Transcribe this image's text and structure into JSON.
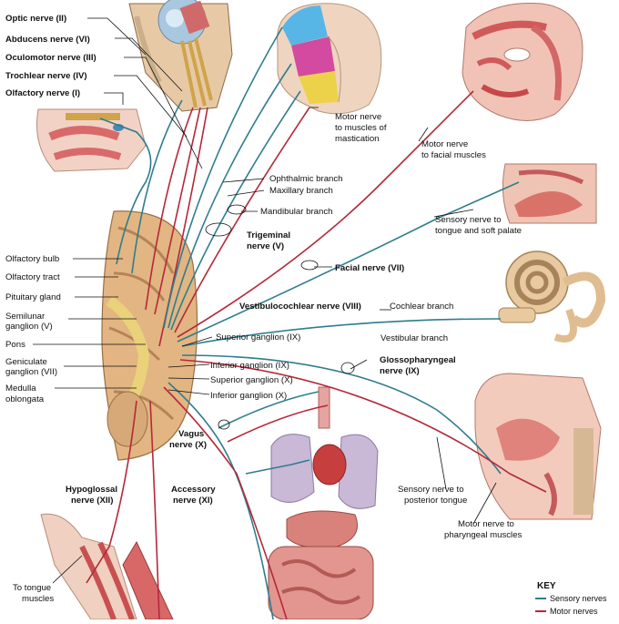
{
  "labels": {
    "optic": "Optic nerve (II)",
    "abducens": "Abducens nerve (VI)",
    "oculomotor": "Oculomotor nerve (III)",
    "trochlear": "Trochlear nerve (IV)",
    "olfactory_nerve": "Olfactory nerve (I)",
    "olfactory_bulb": "Olfactory bulb",
    "olfactory_tract": "Olfactory tract",
    "pituitary": "Pituitary gland",
    "semilunar_1": "Semilunar",
    "semilunar_2": "ganglion (V)",
    "pons": "Pons",
    "geniculate_1": "Geniculate",
    "geniculate_2": "ganglion (VII)",
    "medulla_1": "Medulla",
    "medulla_2": "oblongata",
    "hypoglossal_1": "Hypoglossal",
    "hypoglossal_2": "nerve (XII)",
    "accessory_1": "Accessory",
    "accessory_2": "nerve (XI)",
    "vagus_1": "Vagus",
    "vagus_2": "nerve (X)",
    "tongue_muscles_1": "To tongue",
    "tongue_muscles_2": "muscles",
    "mastication_1": "Motor nerve",
    "mastication_2": "to muscles of",
    "mastication_3": "mastication",
    "facial_muscles_1": "Motor nerve",
    "facial_muscles_2": "to facial muscles",
    "ophthalmic": "Ophthalmic branch",
    "maxillary": "Maxillary branch",
    "mandibular": "Mandibular branch",
    "trigeminal_1": "Trigeminal",
    "trigeminal_2": "nerve (V)",
    "sensory_tongue_1": "Sensory nerve to",
    "sensory_tongue_2": "tongue and soft palate",
    "facial_nerve": "Facial nerve (VII)",
    "vestibulocochlear": "Vestibulocochlear nerve (VIII)",
    "cochlear_branch": "Cochlear branch",
    "vestibular_branch": "Vestibular branch",
    "superior_ganglion_ix": "Superior ganglion (IX)",
    "glossopharyngeal_1": "Glossopharyngeal",
    "glossopharyngeal_2": "nerve (IX)",
    "inferior_ganglion_ix": "Inferior ganglion (IX)",
    "superior_ganglion_x": "Superior ganglion (X)",
    "inferior_ganglion_x": "Inferior ganglion (X)",
    "sensory_posterior_1": "Sensory nerve to",
    "sensory_posterior_2": "posterior tongue",
    "pharyngeal_1": "Motor nerve to",
    "pharyngeal_2": "pharyngeal muscles"
  },
  "key": {
    "title": "KEY",
    "sensory": "Sensory nerves",
    "motor": "Motor nerves",
    "sensory_color": "#2f7d8e",
    "motor_color": "#b5283a"
  }
}
